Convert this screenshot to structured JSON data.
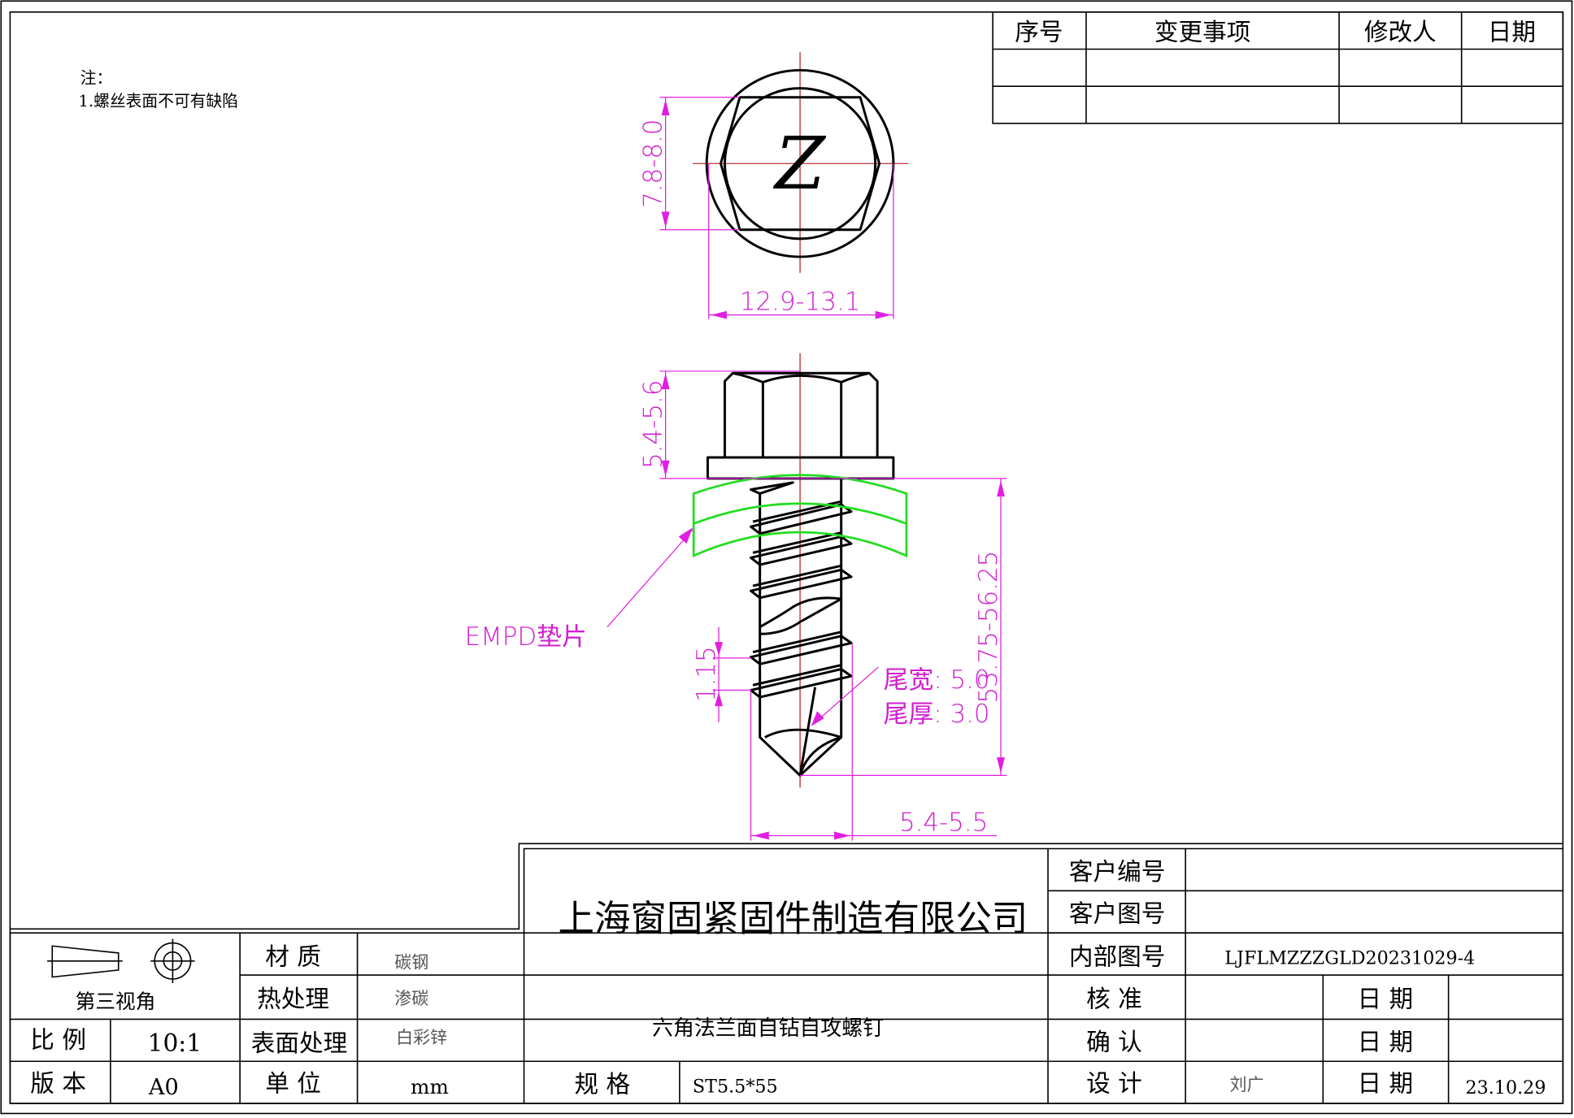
{
  "notes": {
    "title": "注：",
    "items": [
      "1.螺丝表面不可有缺陷"
    ]
  },
  "revision_table": {
    "headers": [
      "序号",
      "变更事项",
      "修改人",
      "日期"
    ],
    "rows": [
      [
        "",
        "",
        "",
        ""
      ],
      [
        "",
        "",
        "",
        ""
      ]
    ]
  },
  "top_view": {
    "head_mark": "Z",
    "dim_across_flats": "7.8-8.0",
    "dim_flange_diameter": "12.9-13.1"
  },
  "side_view": {
    "dim_head_height": "5.4-5.6",
    "dim_length": "53.75-56.25",
    "dim_pitch": "1.15",
    "dim_thread_diameter": "5.4-5.5",
    "washer_label": "EMPD垫片",
    "tail_width": "尾宽: 5.0",
    "tail_thickness": "尾厚: 3.0"
  },
  "colors": {
    "dimension": "#e01ee0",
    "washer": "#22dd22",
    "centerline": "#b00000"
  },
  "title_block": {
    "projection_label": "第三视角",
    "material_label": "材 质",
    "material_value": "碳钢",
    "heat_label": "热处理",
    "heat_value": "渗碳",
    "surface_label": "表面处理",
    "surface_value": "白彩锌",
    "scale_label": "比 例",
    "scale_value": "10:1",
    "version_label": "版 本",
    "version_value": "A0",
    "unit_label": "单 位",
    "unit_value": "mm",
    "company": "上海窗固紧固件制造有限公司",
    "part_name": "六角法兰面自钻自攻螺钉",
    "spec_label": "规 格",
    "spec_value": "ST5.5*55",
    "customer_no_label": "客户编号",
    "customer_no_value": "",
    "customer_drawing_label": "客户图号",
    "customer_drawing_value": "",
    "internal_drawing_label": "内部图号",
    "internal_drawing_value": "LJFLMZZZGLD20231029-4",
    "approve_label": "核  准",
    "approve_value": "",
    "confirm_label": "确  认",
    "confirm_value": "",
    "design_label": "设  计",
    "design_value": "刘广",
    "date_label": "日 期",
    "approve_date": "",
    "confirm_date": "",
    "design_date": "23.10.29"
  }
}
